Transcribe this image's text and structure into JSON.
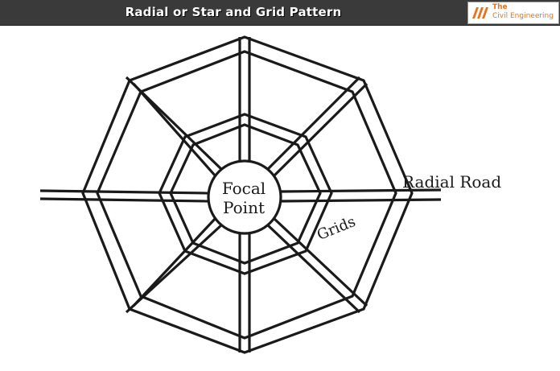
{
  "header": {
    "title": "Radial or Star and Grid Pattern",
    "logo_line1": "The",
    "logo_line2": "Civil Engineering",
    "logo_icon": "stripes-logo-icon"
  },
  "diagram": {
    "center_label_line1": "Focal",
    "center_label_line2": "Point",
    "radial_road_label": "Radial Road",
    "grids_label": "Grids"
  },
  "colors": {
    "header_bg": "#3a3a3a",
    "header_text": "#ffffff",
    "logo_accent": "#e8731c",
    "line": "#1a1a1a"
  }
}
